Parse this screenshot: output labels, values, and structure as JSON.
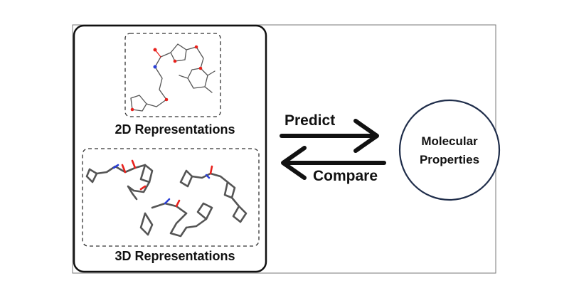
{
  "panels": {
    "rep_2d_label": "2D Representations",
    "rep_3d_label": "3D Representations"
  },
  "arrows": {
    "predict_label": "Predict",
    "compare_label": "Compare"
  },
  "target": {
    "line1": "Molecular",
    "line2": "Properties"
  },
  "colors": {
    "bond": "#555555",
    "oxygen": "#e8211c",
    "nitrogen": "#2a3fd6",
    "circle_stroke": "#1f2d4a",
    "frame": "#222222"
  }
}
